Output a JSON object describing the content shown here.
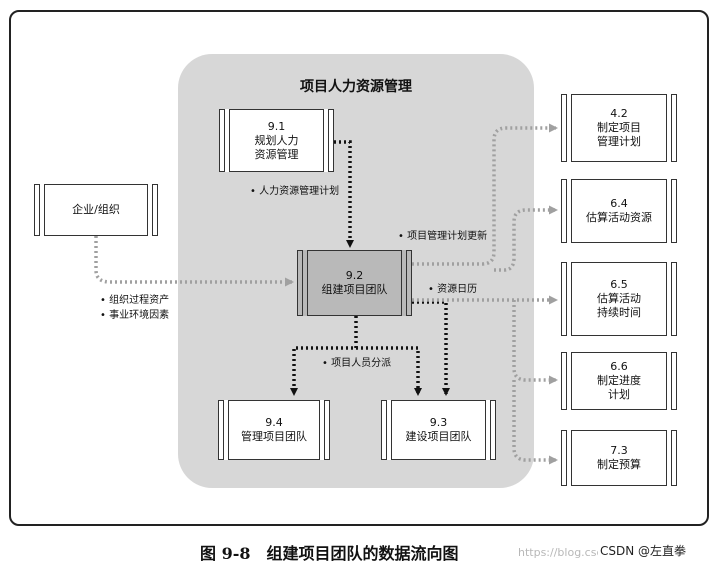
{
  "area": {
    "title": "项目人力资源管理"
  },
  "boxes": {
    "b91": {
      "num": "9.1",
      "l1": "规划人力",
      "l2": "资源管理"
    },
    "org": {
      "l1": "企业/组织"
    },
    "b92": {
      "num": "9.2",
      "l1": "组建项目团队"
    },
    "b94": {
      "num": "9.4",
      "l1": "管理项目团队"
    },
    "b93": {
      "num": "9.3",
      "l1": "建设项目团队"
    },
    "b42": {
      "num": "4.2",
      "l1": "制定项目",
      "l2": "管理计划"
    },
    "b64": {
      "num": "6.4",
      "l1": "估算活动资源"
    },
    "b65": {
      "num": "6.5",
      "l1": "估算活动",
      "l2": "持续时间"
    },
    "b66": {
      "num": "6.6",
      "l1": "制定进度",
      "l2": "计划"
    },
    "b73": {
      "num": "7.3",
      "l1": "制定预算"
    }
  },
  "labels": {
    "hr_plan": "• 人力资源管理计划",
    "pm_update": "• 项目管理计划更新",
    "res_cal": "• 资源日历",
    "org_assets": "• 组织过程资产",
    "env_factors": "• 事业环境因素",
    "staff": "• 项目人员分派"
  },
  "caption": "图 9-8　组建项目团队的数据流向图",
  "watermark": "https://blog.csdn.net/weixin_4",
  "csdn_tag": "CSDN @左直拳",
  "colors": {
    "area": "#d7d7d7",
    "dark_arrow": "#111111",
    "gray_arrow": "#a0a0a0",
    "process": "#b9b9b9"
  }
}
